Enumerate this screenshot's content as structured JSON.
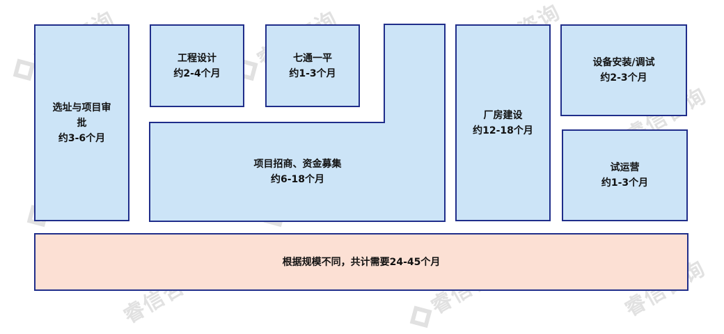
{
  "boxes": {
    "site_selection": {
      "line1": "选址与项目审",
      "line2": "批",
      "duration": "约3-6个月"
    },
    "engineering_design": {
      "title": "工程设计",
      "duration": "约2-4个月"
    },
    "site_prep": {
      "title": "七通一平",
      "duration": "约1-3个月"
    },
    "investment": {
      "title": "项目招商、资金募集",
      "duration": "约6-18个月"
    },
    "plant_construction": {
      "title": "厂房建设",
      "duration": "约12-18个月"
    },
    "equipment": {
      "title": "设备安装/调试",
      "duration": "约2-3个月"
    },
    "trial_operation": {
      "title": "试运营",
      "duration": "约1-3个月"
    }
  },
  "summary": {
    "text": "根据规模不同，共计需要24-45个月"
  },
  "watermark": {
    "text": "睿信咨询"
  },
  "colors": {
    "box_fill": "#cce4f7",
    "summary_fill": "#fce0d4",
    "border": "#1f2d8a"
  }
}
